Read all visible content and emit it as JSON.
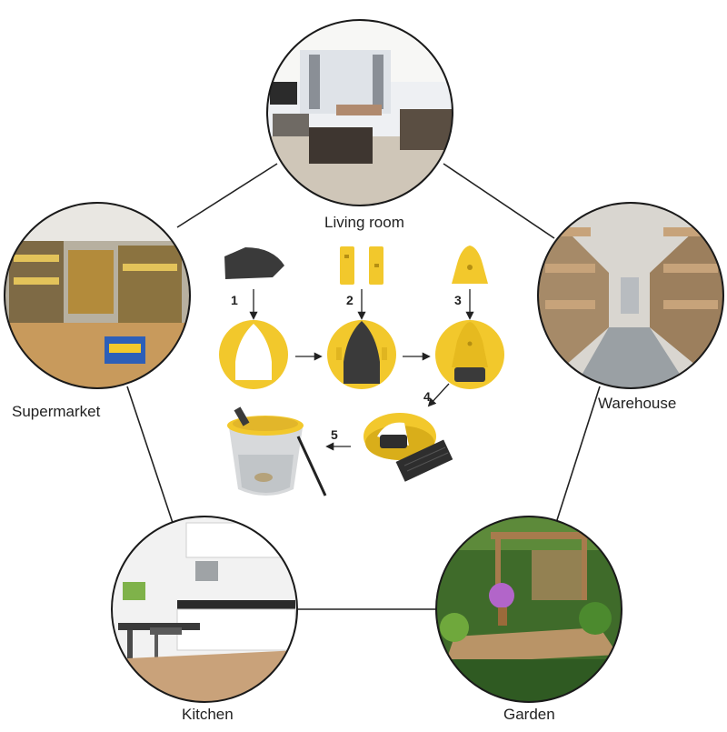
{
  "locations": {
    "living_room": "Living room",
    "supermarket": "Supermarket",
    "warehouse": "Warehouse",
    "kitchen": "Kitchen",
    "garden": "Garden"
  },
  "steps": [
    "1",
    "2",
    "3",
    "4",
    "5"
  ],
  "colors": {
    "trap_yellow": "#f2c82c",
    "trap_black": "#3a3a3a",
    "line": "#222222",
    "circle_border": "#1a1a1a"
  }
}
